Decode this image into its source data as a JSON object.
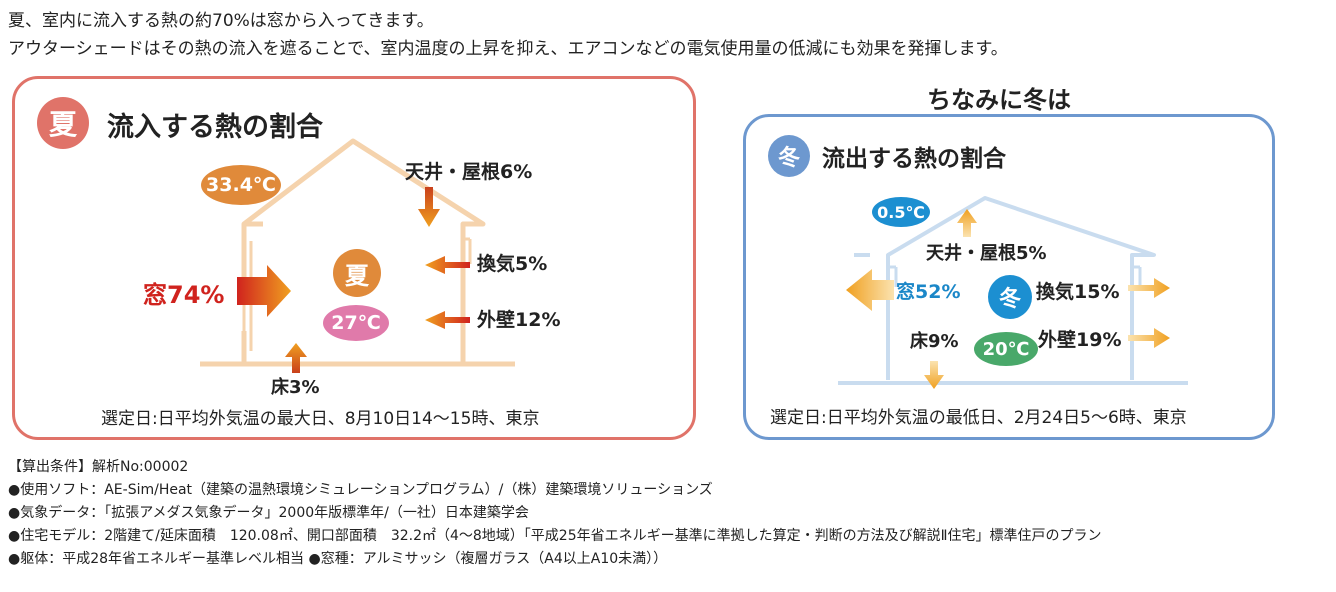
{
  "intro": {
    "line1": "夏、室内に流入する熱の約70%は窓から入ってきます。",
    "line2": "アウターシェードはその熱の流入を遮ることで、室内温度の上昇を抑え、エアコンなどの電気使用量の低減にも効果を発揮します。"
  },
  "summer": {
    "badge": "夏",
    "title": "流入する熱の割合",
    "outside_temp": "33.4℃",
    "inside_temp": "27℃",
    "center_badge": "夏",
    "labels": {
      "roof": "天井・屋根6%",
      "vent": "換気5%",
      "wall": "外壁12%",
      "window": "窓74%",
      "floor": "床3%"
    },
    "caption": "選定日:日平均外気温の最大日、8月10日14～15時、東京",
    "colors": {
      "accent": "#e07369",
      "arrow": "#e0901a",
      "window": "#d0231e"
    }
  },
  "winter": {
    "heading": "ちなみに冬は",
    "badge": "冬",
    "title": "流出する熱の割合",
    "outside_temp": "0.5℃",
    "inside_temp": "20℃",
    "center_badge": "冬",
    "labels": {
      "roof": "天井・屋根5%",
      "window": "窓52%",
      "vent": "換気15%",
      "floor": "床9%",
      "wall": "外壁19%"
    },
    "caption": "選定日:日平均外気温の最低日、2月24日5～6時、東京",
    "colors": {
      "accent": "#6d98cf",
      "window": "#1b87c8",
      "outside": "#1c8fd1",
      "inside": "#49a86a"
    }
  },
  "footnotes": [
    "【算出条件】解析No:00002",
    "●使用ソフト：AE-Sim/Heat（建築の温熱環境シミュレーションプログラム）/（株）建築環境ソリューションズ",
    "●気象データ：「拡張アメダス気象データ」2000年版標準年/（一社）日本建築学会",
    "●住宅モデル：2階建て/延床面積　120.08㎡、開口部面積　32.2㎡（4～8地域）「平成25年省エネルギー基準に準拠した算定・判断の方法及び解説Ⅱ住宅」標準住戸のプラン",
    "●躯体：平成28年省エネルギー基準レベル相当 ●窓種：アルミサッシ（複層ガラス（A4以上A10未満））"
  ]
}
